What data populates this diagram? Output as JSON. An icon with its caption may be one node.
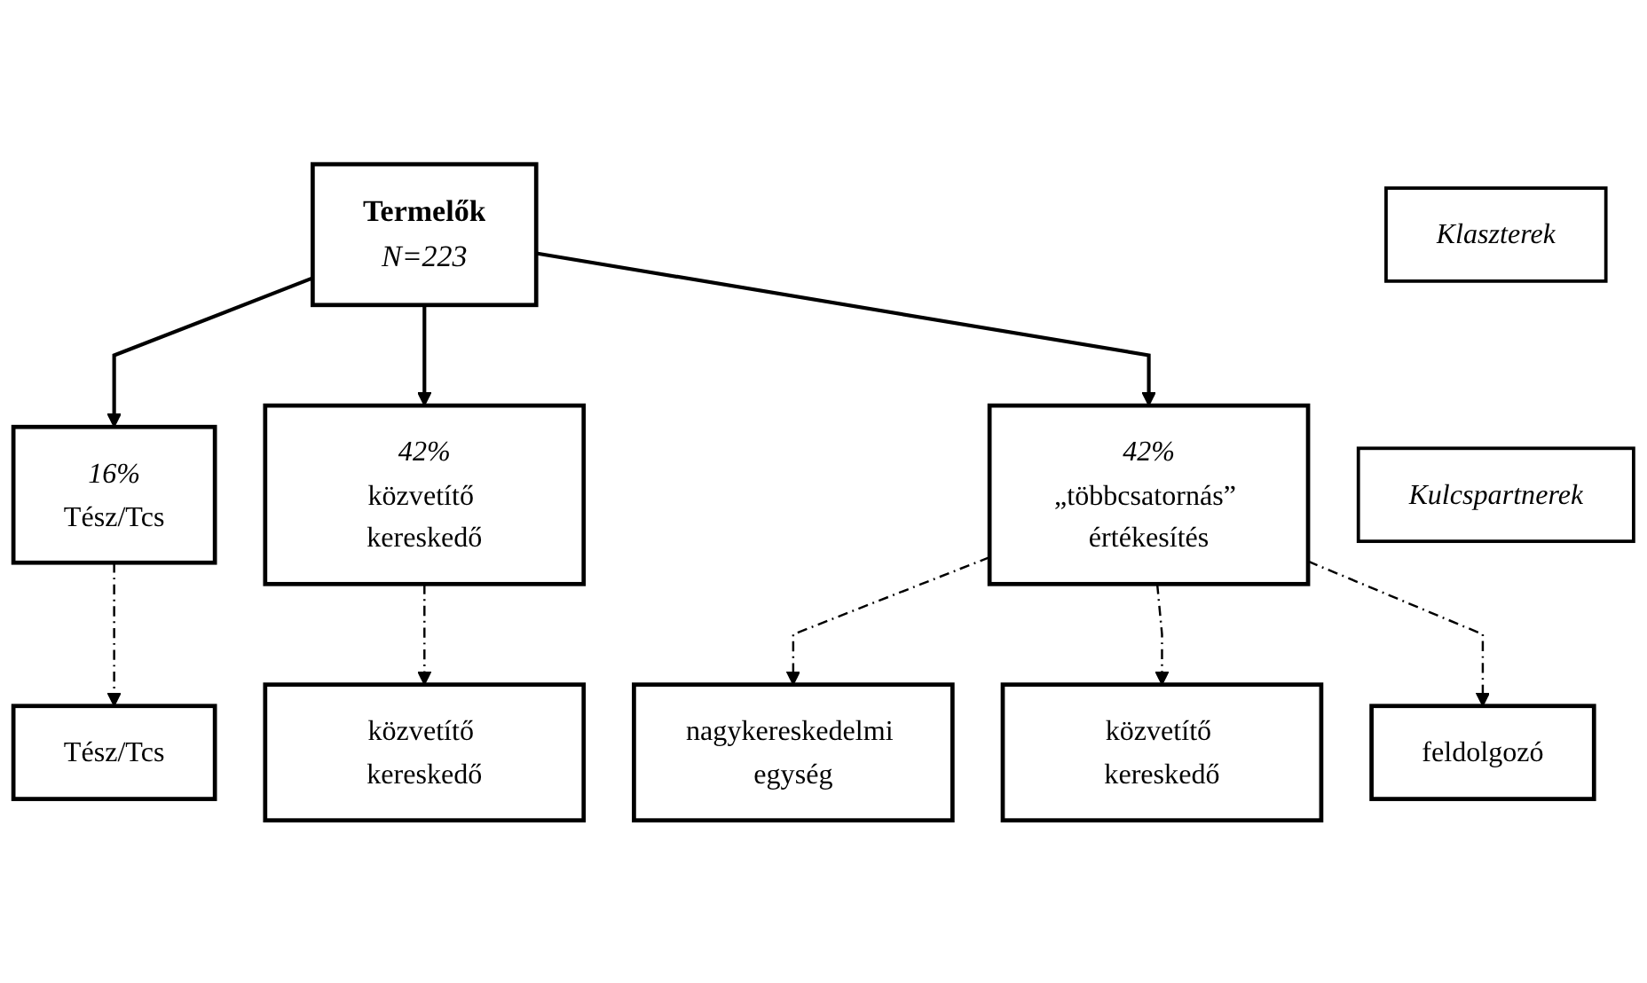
{
  "diagram": {
    "nodes": [
      {
        "text": [
          "Termelők",
          "N=223"
        ]
      },
      {
        "text": [
          "Klaszterek"
        ]
      },
      {
        "text": [
          "16%",
          "Tész/Tcs"
        ]
      },
      {
        "text": [
          "42%",
          "közvetítő kereskedő"
        ]
      },
      {
        "text": [
          "42%",
          "„többcsatornás” értékesítés"
        ]
      },
      {
        "text": [
          "Kulcspartnerek"
        ]
      },
      {
        "text": [
          "Tész/Tcs"
        ]
      },
      {
        "text": [
          "közvetítő kereskedő"
        ]
      },
      {
        "text": [
          "nagykereskedelmi egység"
        ]
      },
      {
        "text": [
          "közvetítő kereskedő"
        ]
      },
      {
        "text": [
          "feldolgozó"
        ]
      }
    ],
    "edges": [
      {
        "from": 0,
        "to": 2,
        "arrow": "to"
      },
      {
        "from": 0,
        "to": 3,
        "arrow": "to"
      },
      {
        "from": 0,
        "to": 4,
        "arrow": "to"
      },
      {
        "from": 2,
        "to": 6,
        "arrow": "to",
        "style": "dashed"
      },
      {
        "from": 3,
        "to": 7,
        "arrow": "to",
        "style": "dashed"
      },
      {
        "from": 4,
        "to": 8,
        "arrow": "to",
        "style": "dashed"
      },
      {
        "from": 4,
        "to": 9,
        "arrow": "to",
        "style": "dashed"
      },
      {
        "from": 4,
        "to": 10,
        "arrow": "to",
        "style": "dashed"
      }
    ]
  }
}
